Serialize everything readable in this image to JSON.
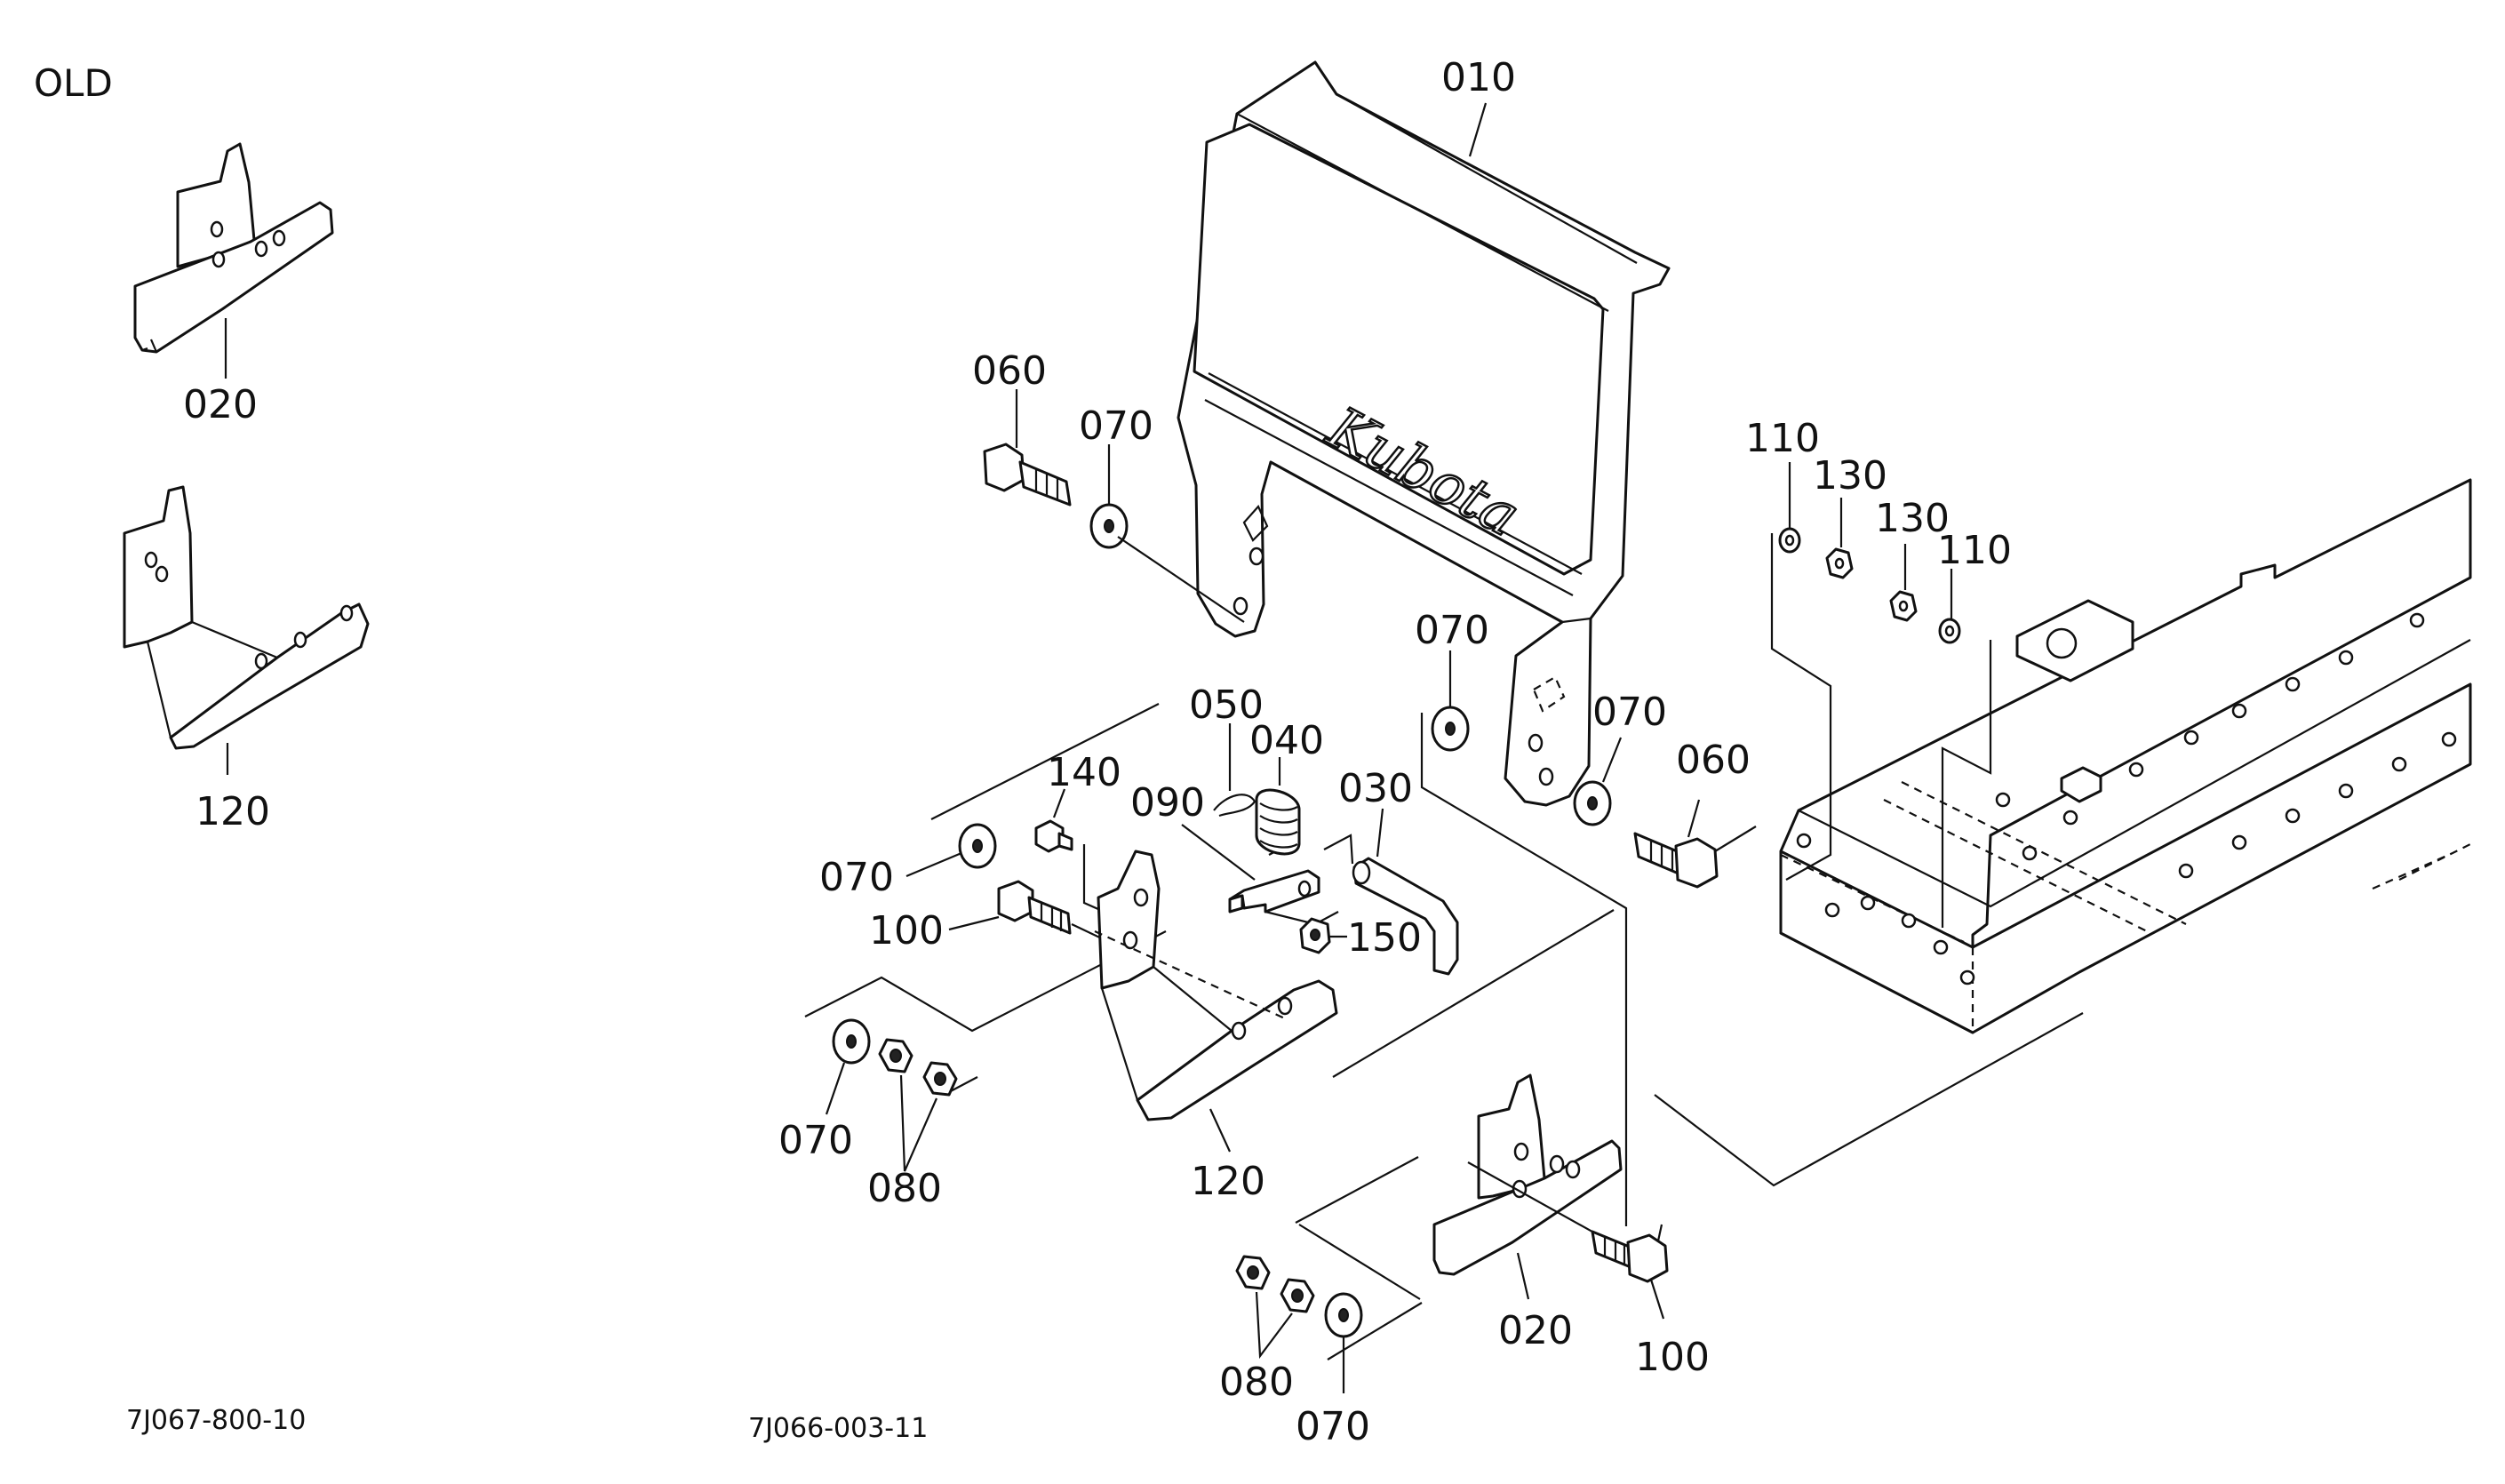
{
  "header": {
    "old_label": "OLD"
  },
  "codes": {
    "old_code": "7J067-800-10",
    "main_code": "7J066-003-11"
  },
  "logo": {
    "text": "Kubota"
  },
  "callouts": {
    "c010": "010",
    "c060a": "060",
    "c070a": "070",
    "c110a": "110",
    "c130a": "130",
    "c130b": "130",
    "c110b": "110",
    "c070b": "070",
    "c070c": "070",
    "c060b": "060",
    "c050": "050",
    "c040": "040",
    "c030": "030",
    "c140": "140",
    "c090": "090",
    "c070d": "070",
    "c100a": "100",
    "c150": "150",
    "c070e": "070",
    "c080a": "080",
    "c120main": "120",
    "c020main": "020",
    "c100b": "100",
    "c080b": "080",
    "c070f": "070",
    "c020old": "020",
    "c120old": "120"
  }
}
